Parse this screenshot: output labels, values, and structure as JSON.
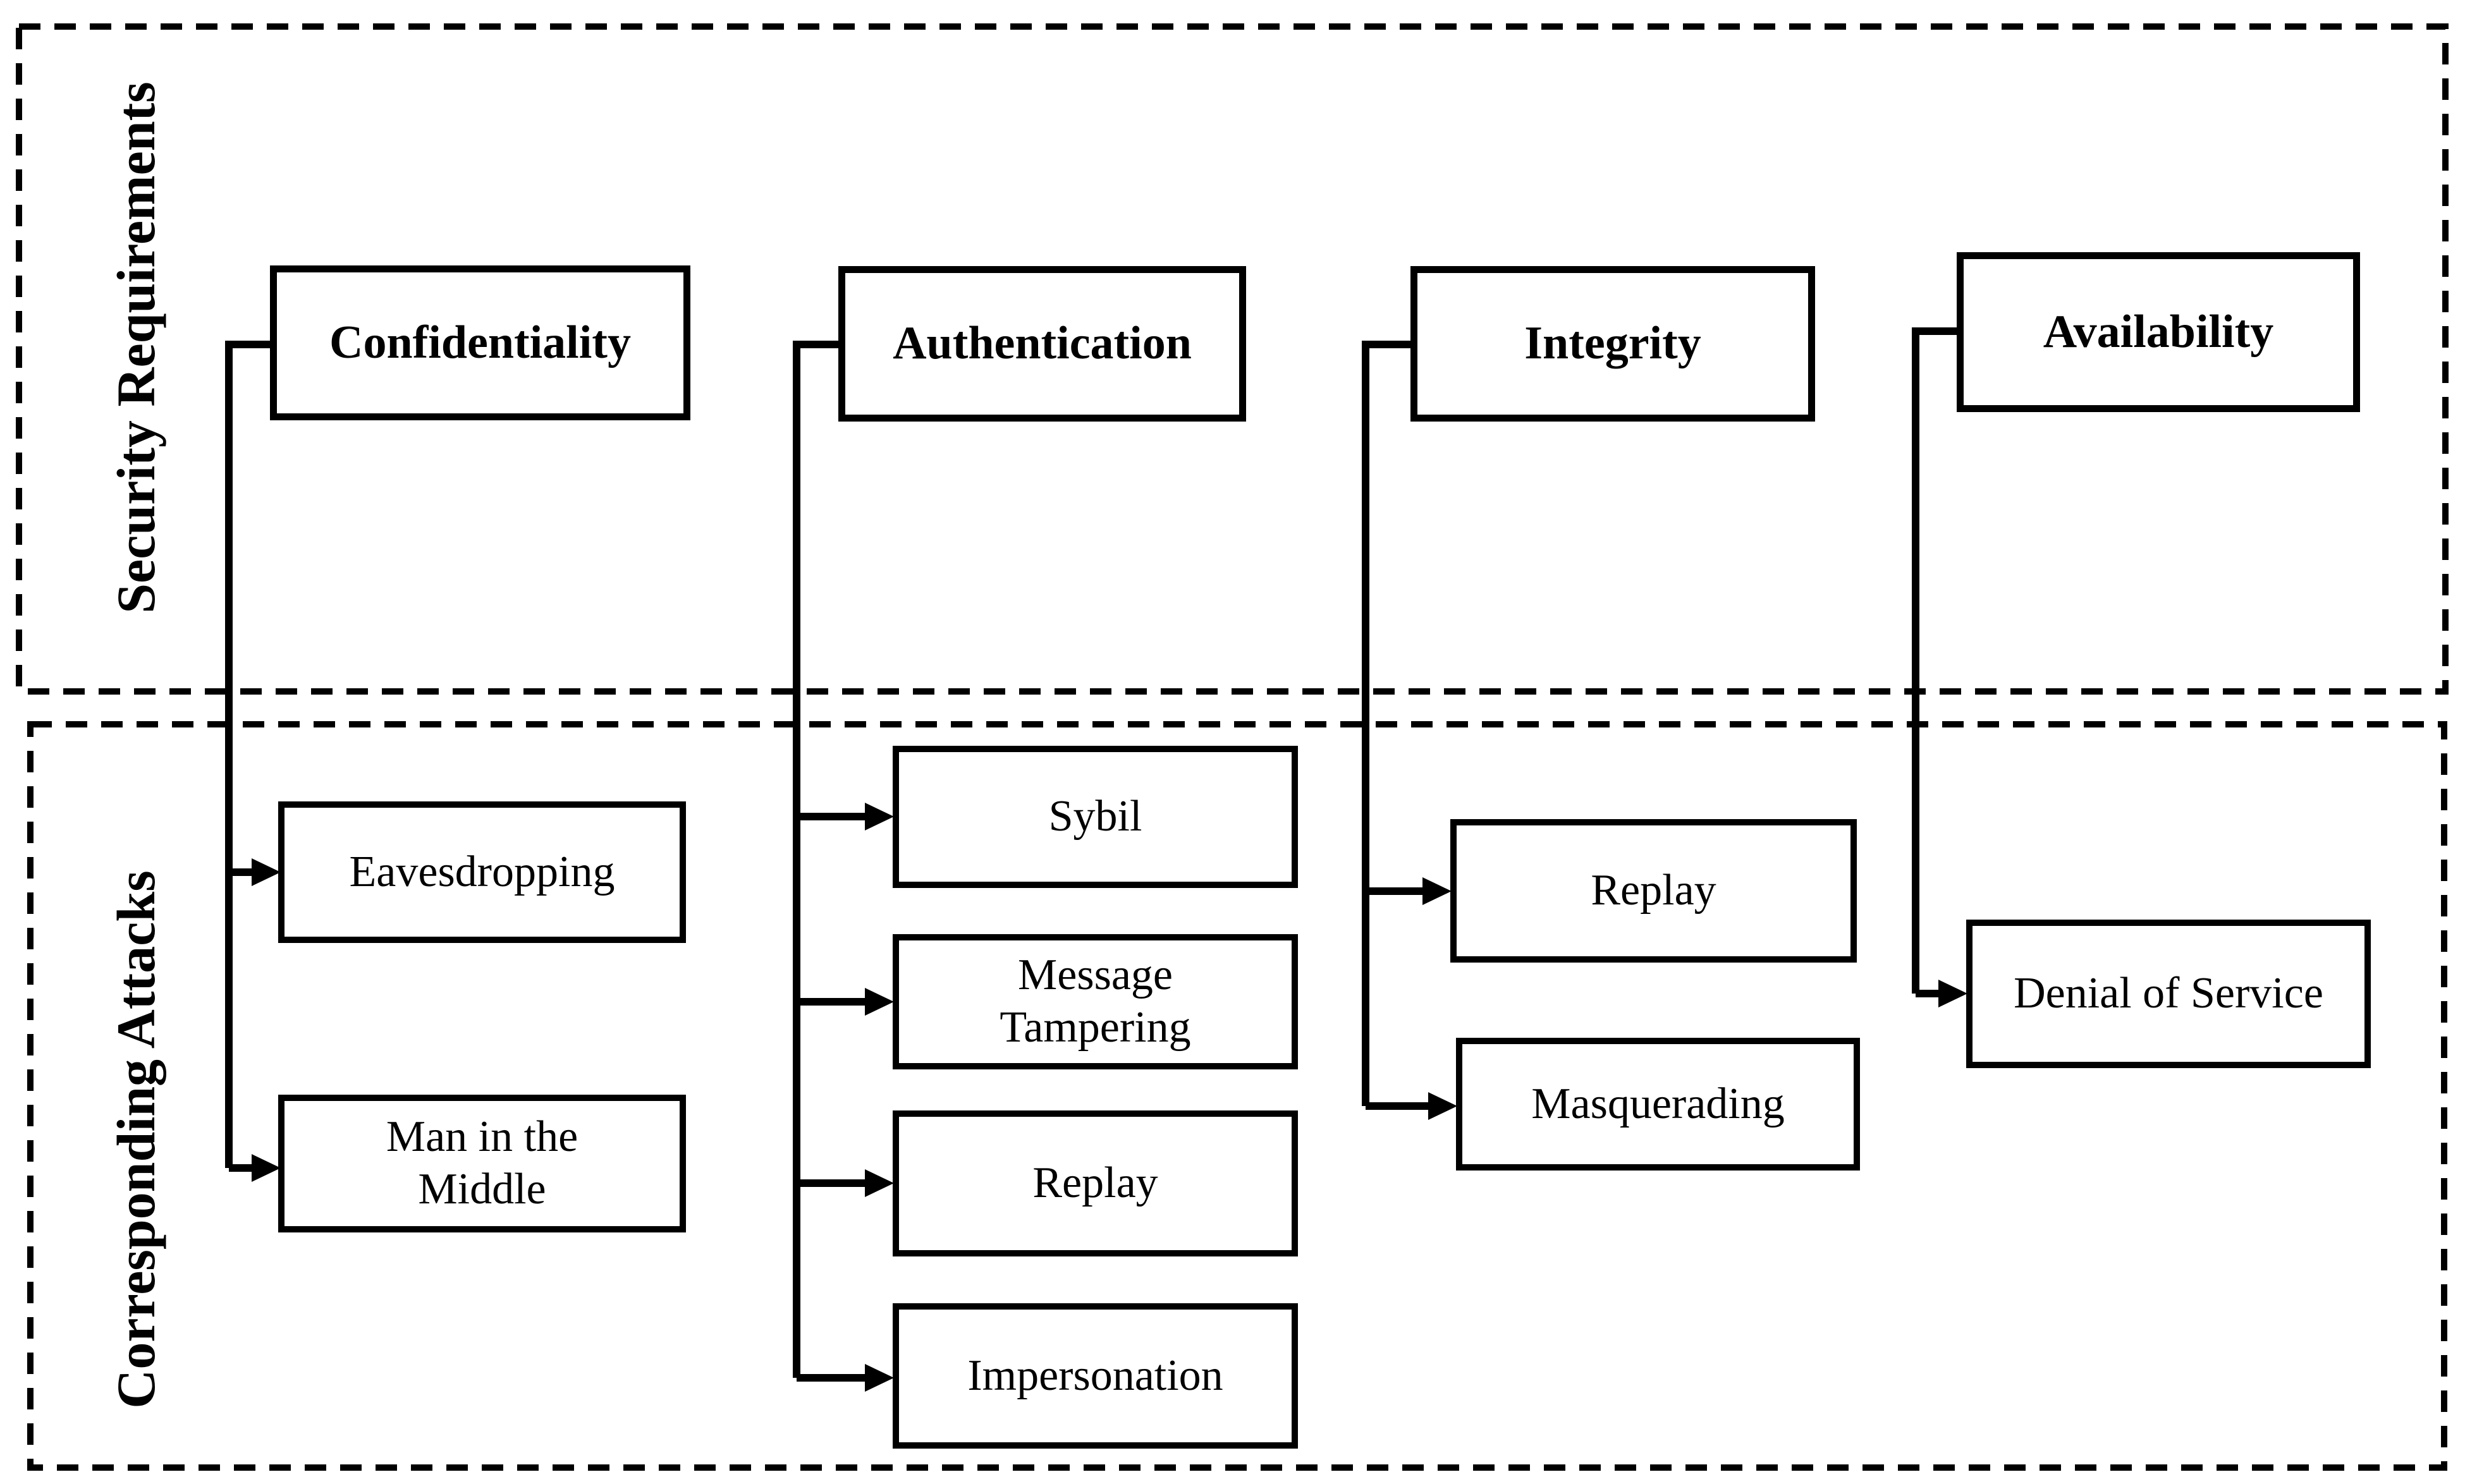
{
  "diagram": {
    "sections": {
      "top_label": "Security Requirements",
      "bottom_label": "Corresponding Attacks"
    },
    "columns": [
      {
        "requirement": "Confidentiality",
        "attacks": [
          "Eavesdropping",
          "Man in the\nMiddle"
        ]
      },
      {
        "requirement": "Authentication",
        "attacks": [
          "Sybil",
          "Message\nTampering",
          "Replay",
          "Impersonation"
        ]
      },
      {
        "requirement": "Integrity",
        "attacks": [
          "Replay",
          "Masquerading"
        ]
      },
      {
        "requirement": "Availability",
        "attacks": [
          "Denial of Service"
        ]
      }
    ],
    "colors": {
      "line": "#000000",
      "box_border": "#000000",
      "text": "#000000",
      "background": "#ffffff"
    }
  }
}
